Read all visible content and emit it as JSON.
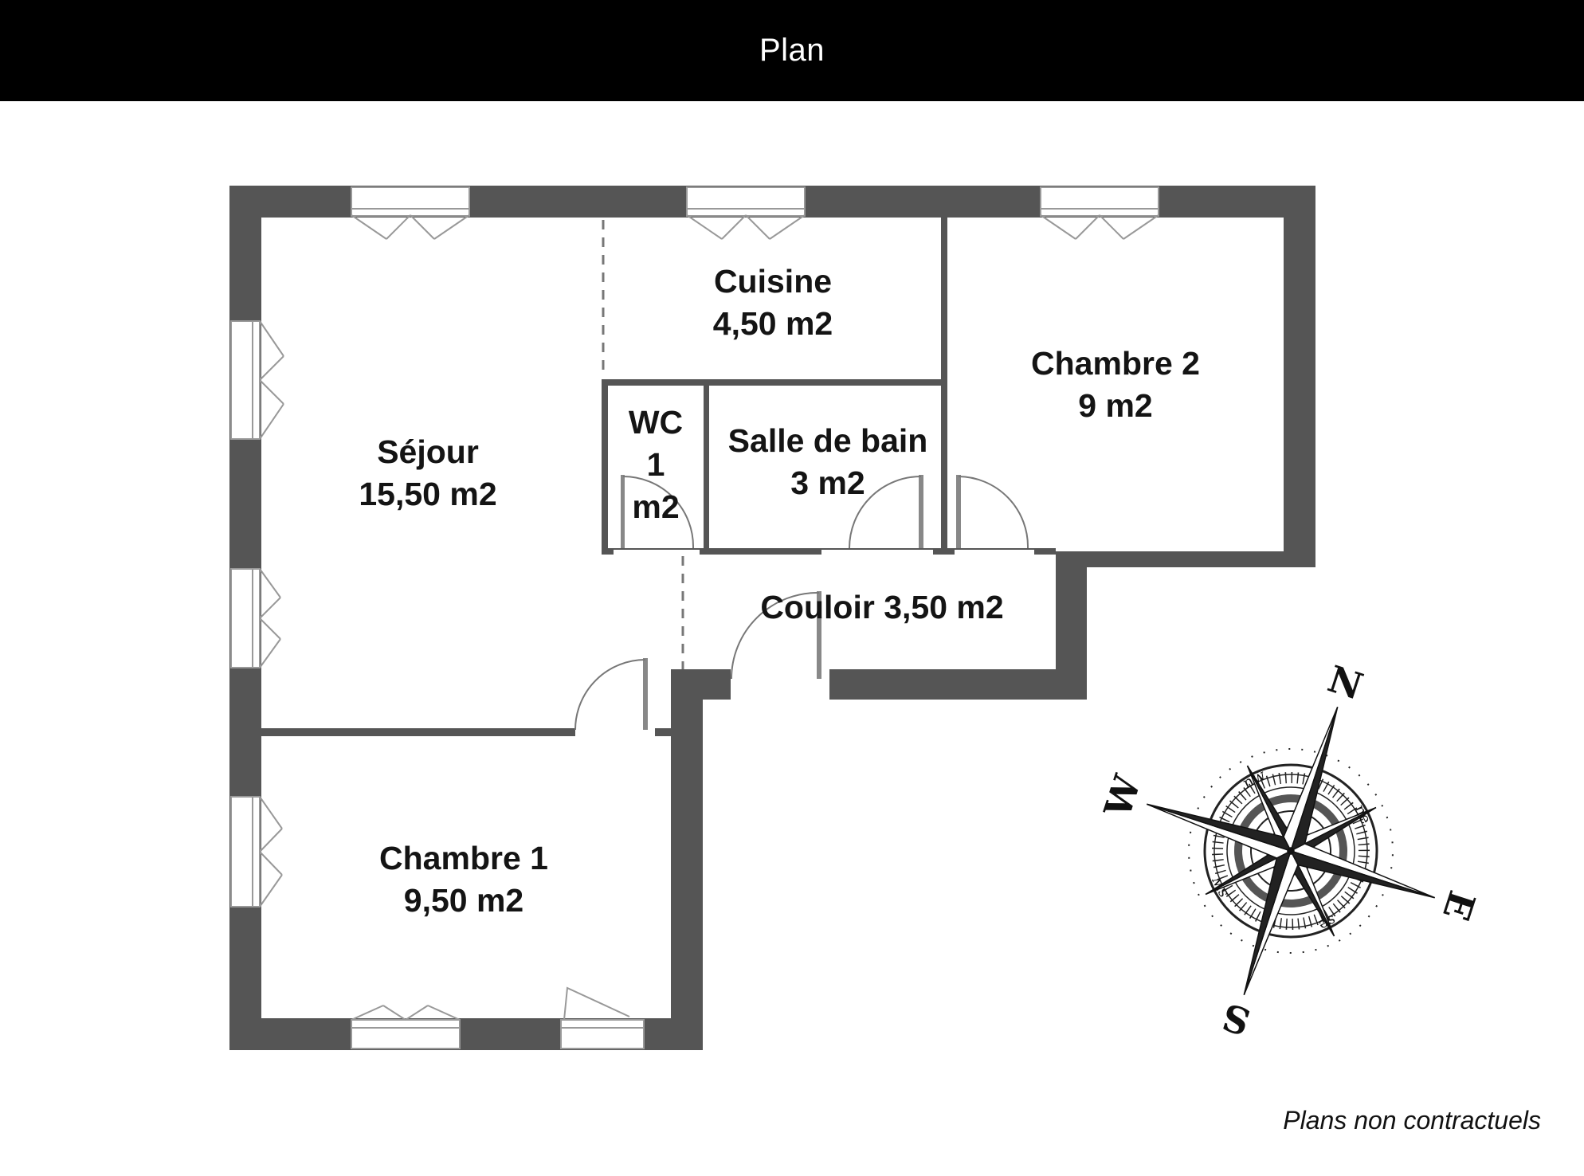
{
  "header": {
    "title": "Plan"
  },
  "rooms": {
    "sejour": {
      "name": "Séjour",
      "area": "15,50 m2"
    },
    "cuisine": {
      "name": "Cuisine",
      "area": "4,50 m2"
    },
    "chambre2": {
      "name": "Chambre 2",
      "area": "9 m2"
    },
    "wc": {
      "line1": "WC",
      "line2": "1",
      "line3": "m2"
    },
    "sdb": {
      "name": "Salle de bain",
      "area": "3 m2"
    },
    "couloir": {
      "label": "Couloir 3,50 m2"
    },
    "chambre1": {
      "name": "Chambre 1",
      "area": "9,50 m2"
    }
  },
  "compass": {
    "north": "N",
    "east": "E",
    "south": "S",
    "west": "W",
    "northeast": "ne",
    "northwest": "nw",
    "southeast": "se",
    "southwest": "sw"
  },
  "footer": {
    "disclaimer": "Plans non contractuels"
  },
  "colors": {
    "wall": "#555555",
    "header_bg": "#000000",
    "header_text": "#ffffff"
  }
}
